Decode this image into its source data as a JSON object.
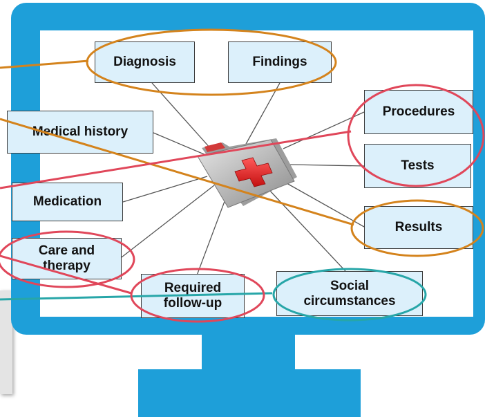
{
  "diagram": {
    "center_icon": "medical-folder-icon",
    "colors": {
      "monitor": "#1e9fd9",
      "box_fill": "#dcf0fb",
      "highlight_orange": "#d4831c",
      "highlight_red": "#e0475a",
      "highlight_teal": "#27a6a8"
    },
    "labels": {
      "diagnosis": "Diagnosis",
      "findings": "Findings",
      "procedures": "Procedures",
      "medical_history": "Medical history",
      "tests": "Tests",
      "medication": "Medication",
      "results": "Results",
      "care_line1": "Care and",
      "care_line2": "therapy",
      "followup_line1": "Required",
      "followup_line2": "follow-up",
      "social_line1": "Social",
      "social_line2": "circumstances"
    }
  }
}
